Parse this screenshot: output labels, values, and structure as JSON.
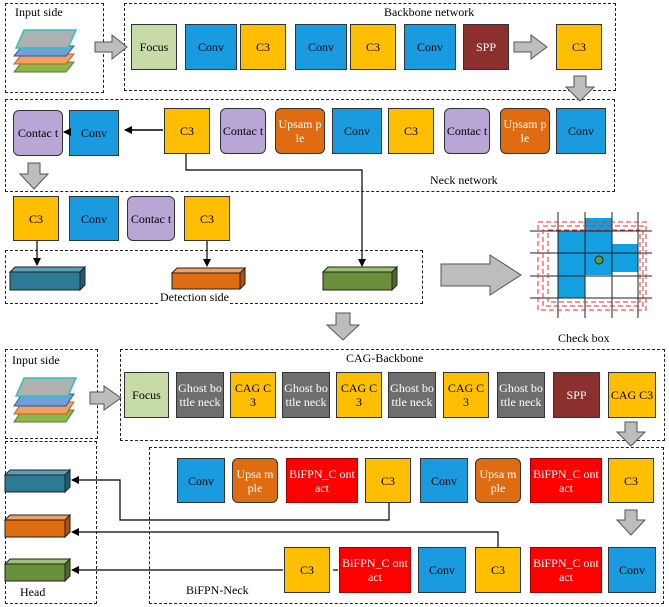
{
  "top": {
    "input_label": "Input side",
    "backbone_label": "Backbone network",
    "neck_label": "Neck network",
    "detection_label": "Detection side",
    "checkbox_label": "Check box",
    "backbone_blocks": [
      "Focus",
      "Conv",
      "C3",
      "Conv",
      "C3",
      "Conv",
      "SPP",
      "C3"
    ],
    "neck_row1": [
      "Contac t",
      "Conv",
      "C3",
      "Contac t",
      "Upsam ple",
      "Conv",
      "C3",
      "Contac t",
      "Upsam ple",
      "Conv"
    ],
    "neck_row2": [
      "C3",
      "Conv",
      "Contac t",
      "C3"
    ]
  },
  "bottom": {
    "input_label": "Input side",
    "backbone_label": "CAG-Backbone",
    "neck_label": "BiFPN-Neck",
    "head_label": "Head",
    "backbone_blocks": [
      "Focus",
      "Ghost bottle neck",
      "CAG C3",
      "Ghost bottle neck",
      "CAG C3",
      "Ghost bottle neck",
      "CAG C3",
      "Ghost bottle neck",
      "SPP",
      "CAG C3"
    ],
    "neck_row1": [
      "Conv",
      "Upsa mple",
      "BiFPN_C ontact",
      "C3",
      "Conv",
      "Upsa mple",
      "BiFPN_C ontact",
      "C3"
    ],
    "neck_row2": [
      "C3",
      "BiFPN_C ontact",
      "Conv",
      "C3",
      "BiFPN_C ontact",
      "Conv"
    ]
  },
  "colors": {
    "focus": "#c6dba7",
    "conv": "#1a9be0",
    "c3": "#ffbf00",
    "spp": "#8c2f2f",
    "contact": "#b8a6d6",
    "upsample": "#e06c12",
    "ghost": "#6e6e6e",
    "bifpn": "#ff0000"
  }
}
